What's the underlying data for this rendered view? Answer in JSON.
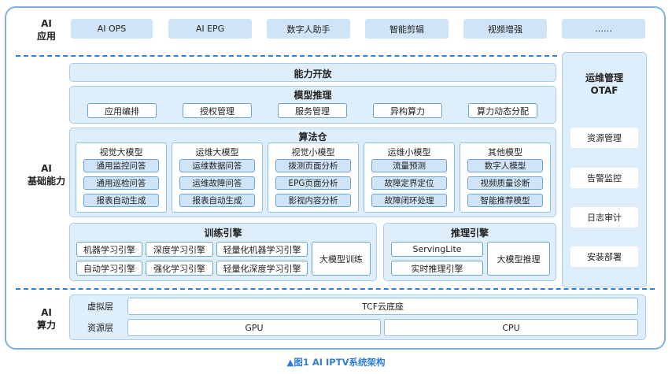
{
  "layers": {
    "app": [
      "AI",
      "应用"
    ],
    "base": [
      "AI",
      "基础能力"
    ],
    "compute": [
      "AI",
      "算力"
    ]
  },
  "app_items": [
    "AI OPS",
    "AI EPG",
    "数字人助手",
    "智能剪辑",
    "视频增强",
    "……"
  ],
  "capability_open": "能力开放",
  "model_inference": {
    "title": "模型推理",
    "items": [
      "应用编排",
      "授权管理",
      "服务管理",
      "异构算力",
      "算力动态分配"
    ]
  },
  "algorithm_warehouse": {
    "title": "算法仓",
    "cards": [
      {
        "title": "视觉大模型",
        "items": [
          "通用监控问答",
          "通用巡检问答",
          "报表自动生成"
        ]
      },
      {
        "title": "运维大模型",
        "items": [
          "运维数据问答",
          "运维故障问答",
          "报表自动生成"
        ]
      },
      {
        "title": "视觉小模型",
        "items": [
          "拨测页面分析",
          "EPG页面分析",
          "影视内容分析"
        ]
      },
      {
        "title": "运维小模型",
        "items": [
          "流量预测",
          "故障定界定位",
          "故障闭环处理"
        ]
      },
      {
        "title": "其他模型",
        "items": [
          "数字人模型",
          "视频质量诊断",
          "智能推荐模型"
        ]
      }
    ]
  },
  "training_engine": {
    "title": "训练引擎",
    "row1": [
      "机器学习引擎",
      "深度学习引擎",
      "轻量化机器学习引擎"
    ],
    "row2": [
      "自动学习引擎",
      "强化学习引擎",
      "轻量化深度学习引擎"
    ],
    "big": "大模型训练"
  },
  "inference_engine": {
    "title": "推理引擎",
    "items": [
      "ServingLite",
      "实时推理引擎"
    ],
    "big": "大模型推理"
  },
  "ops": {
    "title": [
      "运维管理",
      "OTAF"
    ],
    "items": [
      "资源管理",
      "告警监控",
      "日志审计",
      "安装部署"
    ]
  },
  "compute": {
    "virtual_label": "虚拟层",
    "virtual_value": "TCF云底座",
    "resource_label": "资源层",
    "gpu": "GPU",
    "cpu": "CPU"
  },
  "caption": "▲图1  AI IPTV系统架构",
  "colors": {
    "frame_border": "#7fb2de",
    "light_blue": "#cfe4f7",
    "band_blue": "#deeefb",
    "dash_blue": "#2f7ed8",
    "caption_blue": "#2f7ed8"
  }
}
